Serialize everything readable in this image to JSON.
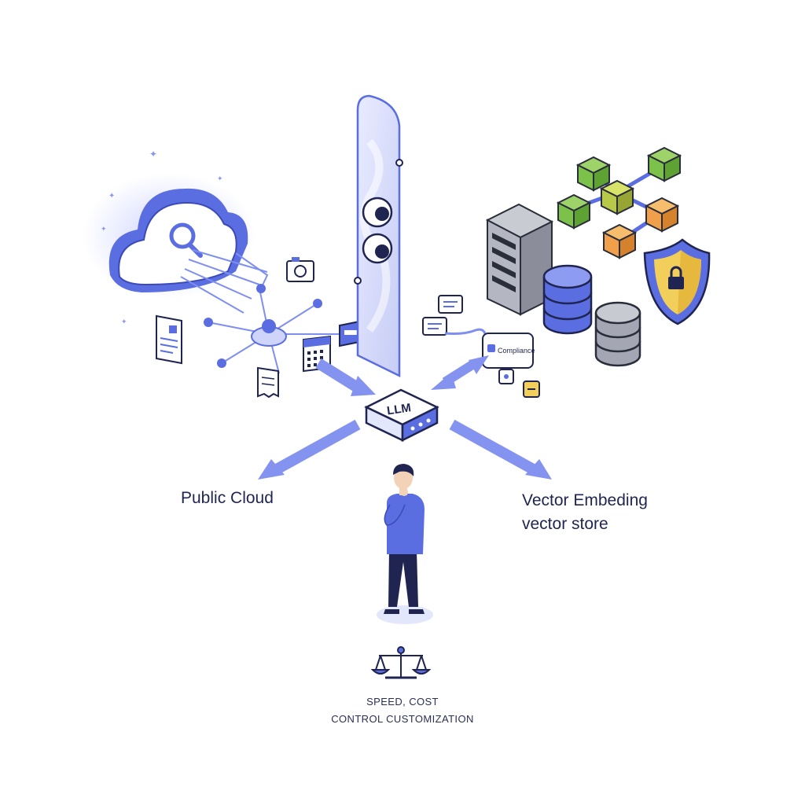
{
  "diagram": {
    "center_node": {
      "label": "LLM"
    },
    "left_branch": {
      "label": "Public Cloud"
    },
    "right_branch": {
      "line1": "Vector Embeding",
      "line2": "vector store"
    },
    "compliance_tag": {
      "label": "Compliance"
    },
    "footer": {
      "line1": "SPEED, COST",
      "line2": "CONTROL CUSTOMIZATION"
    }
  },
  "colors": {
    "accent": "#5b6ee1",
    "accent_light": "#aab4f2",
    "navy": "#1f2550",
    "green": "#7cc24a",
    "orange": "#f0a04b",
    "gold": "#f2cf5b",
    "server_gray": "#a4a7b3"
  },
  "icons": [
    "cloud-search-icon",
    "camera-icon",
    "document-icon",
    "receipt-icon",
    "calendar-icon",
    "card-icon",
    "chat-bubble-icon",
    "server-rack-icon",
    "database-icon",
    "shield-lock-icon",
    "cube-network-icon",
    "balance-scale-icon",
    "person-thinking-icon"
  ]
}
